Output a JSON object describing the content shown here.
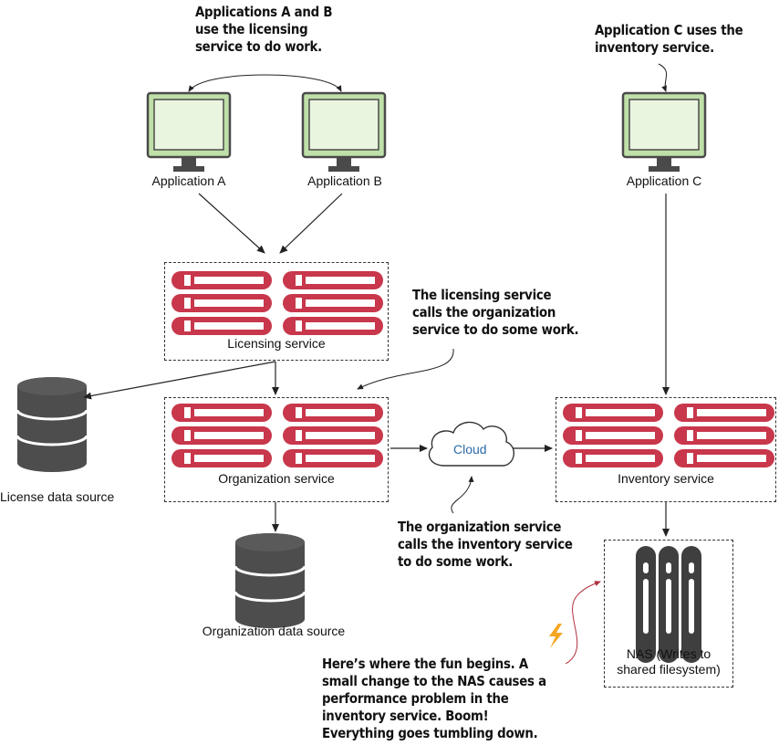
{
  "callouts": {
    "apps_ab": [
      "Applications A and B",
      "use the licensing",
      "service to do work."
    ],
    "app_c": [
      "Application C uses the",
      "inventory service."
    ],
    "licensing_calls": [
      "The licensing service",
      "calls the organization",
      "service to do some work."
    ],
    "org_calls": [
      "The organization service",
      "calls the inventory service",
      "to do some work."
    ],
    "fun_begins": [
      "Here’s where the fun begins. A",
      "small change to the NAS causes a",
      "performance problem in the",
      "inventory service. Boom!",
      "Everything goes tumbling down."
    ]
  },
  "labels": {
    "app_a": "Application A",
    "app_b": "Application B",
    "app_c": "Application C",
    "licensing_service": "Licensing service",
    "organization_service": "Organization service",
    "inventory_service": "Inventory service",
    "license_data_source": "License data source",
    "organization_data_source": "Organization data source",
    "cloud": "Cloud",
    "nas": [
      "NAS (Writes to",
      "shared filesystem)"
    ]
  },
  "colors": {
    "monitor_green": "#bfe0a8",
    "monitor_border": "#4a4a4a",
    "server_red": "#c8374b",
    "database_gray": "#4d4d4d",
    "cloud_text": "#2b6aa8",
    "lightning": "#f5a623",
    "callout_arrow_red": "#b03040"
  }
}
